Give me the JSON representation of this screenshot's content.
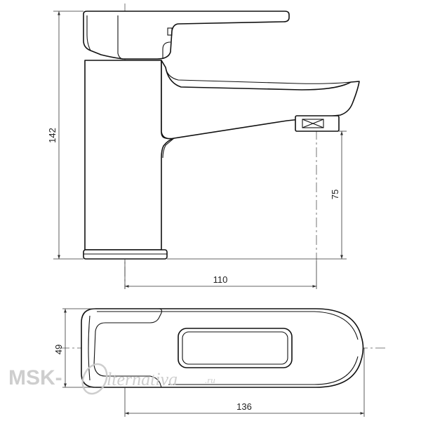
{
  "dimensions": {
    "height_total": "142",
    "spout_height": "75",
    "spout_reach": "110",
    "top_width": "49",
    "top_length": "136"
  },
  "watermark": {
    "brand_left": "MSK-",
    "brand_right": "lternativa",
    "brand_suffix": ".ru"
  }
}
